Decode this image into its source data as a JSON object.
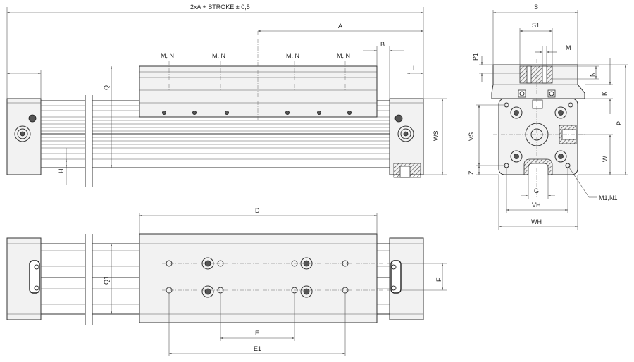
{
  "labels": {
    "overall_length": "2xA + STROKE ± 0,5",
    "A": "A",
    "B": "B",
    "L": "L",
    "Q": "Q",
    "H": "H",
    "WS": "WS",
    "MN": "M, N",
    "D": "D",
    "Q1": "Q1",
    "F": "F",
    "E": "E",
    "E1": "E1",
    "S": "S",
    "S1": "S1",
    "M": "M",
    "P1": "P1",
    "N": "N",
    "K": "K",
    "P": "P",
    "VS": "VS",
    "W": "W",
    "Z": "Z",
    "G": "G",
    "VH": "VH",
    "WH": "WH",
    "M1N1": "M1,N1"
  },
  "colors": {
    "line": "#333333",
    "body_fill": "#f2f2f2",
    "hatch": "#555555"
  }
}
